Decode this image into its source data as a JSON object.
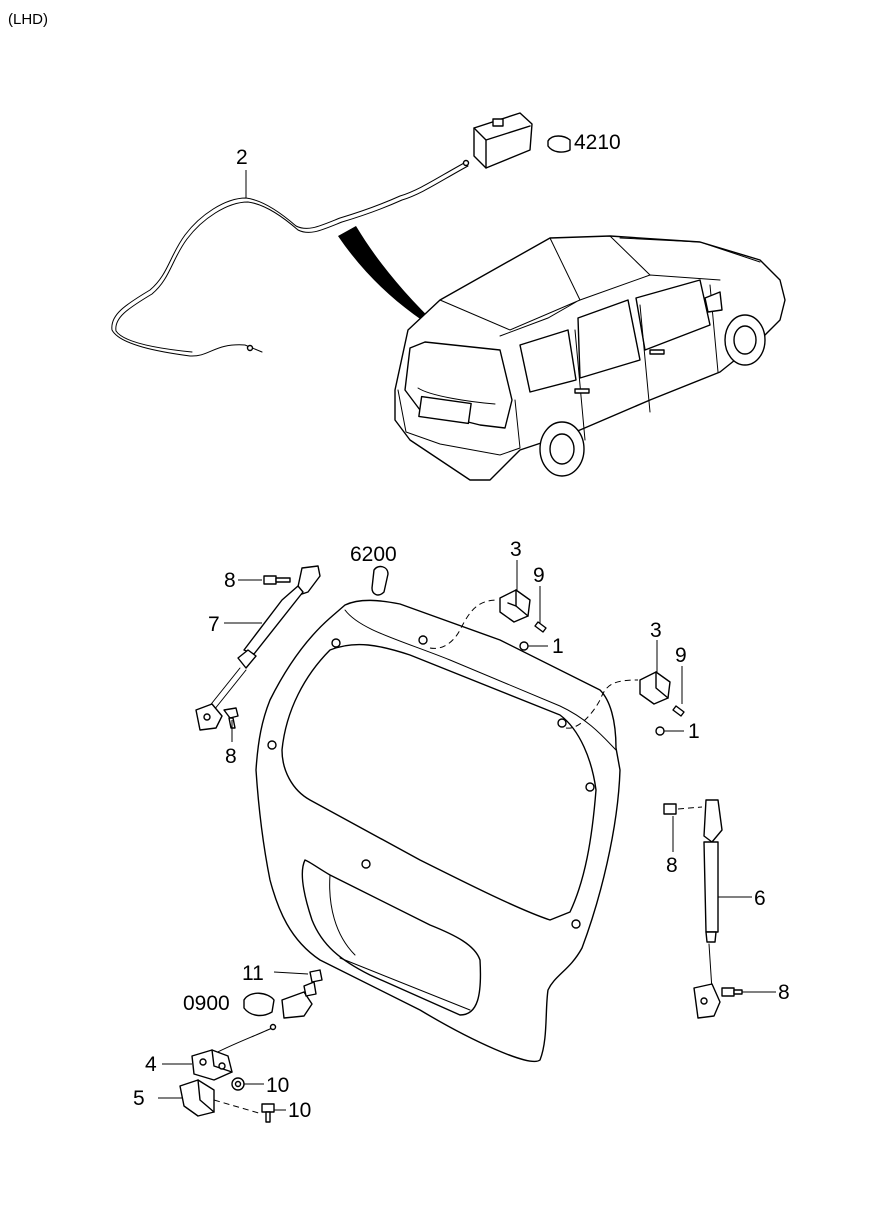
{
  "header": {
    "variant": "(LHD)"
  },
  "callouts": {
    "p2": "2",
    "p4210": "4210",
    "p6200": "6200",
    "p3a": "3",
    "p9a": "9",
    "p1a": "1",
    "p3b": "3",
    "p9b": "9",
    "p1b": "1",
    "p8a": "8",
    "p7": "7",
    "p8b": "8",
    "p8c": "8",
    "p6": "6",
    "p8d": "8",
    "p11": "11",
    "p0900": "0900",
    "p4": "4",
    "p10a": "10",
    "p5": "5",
    "p10b": "10"
  }
}
